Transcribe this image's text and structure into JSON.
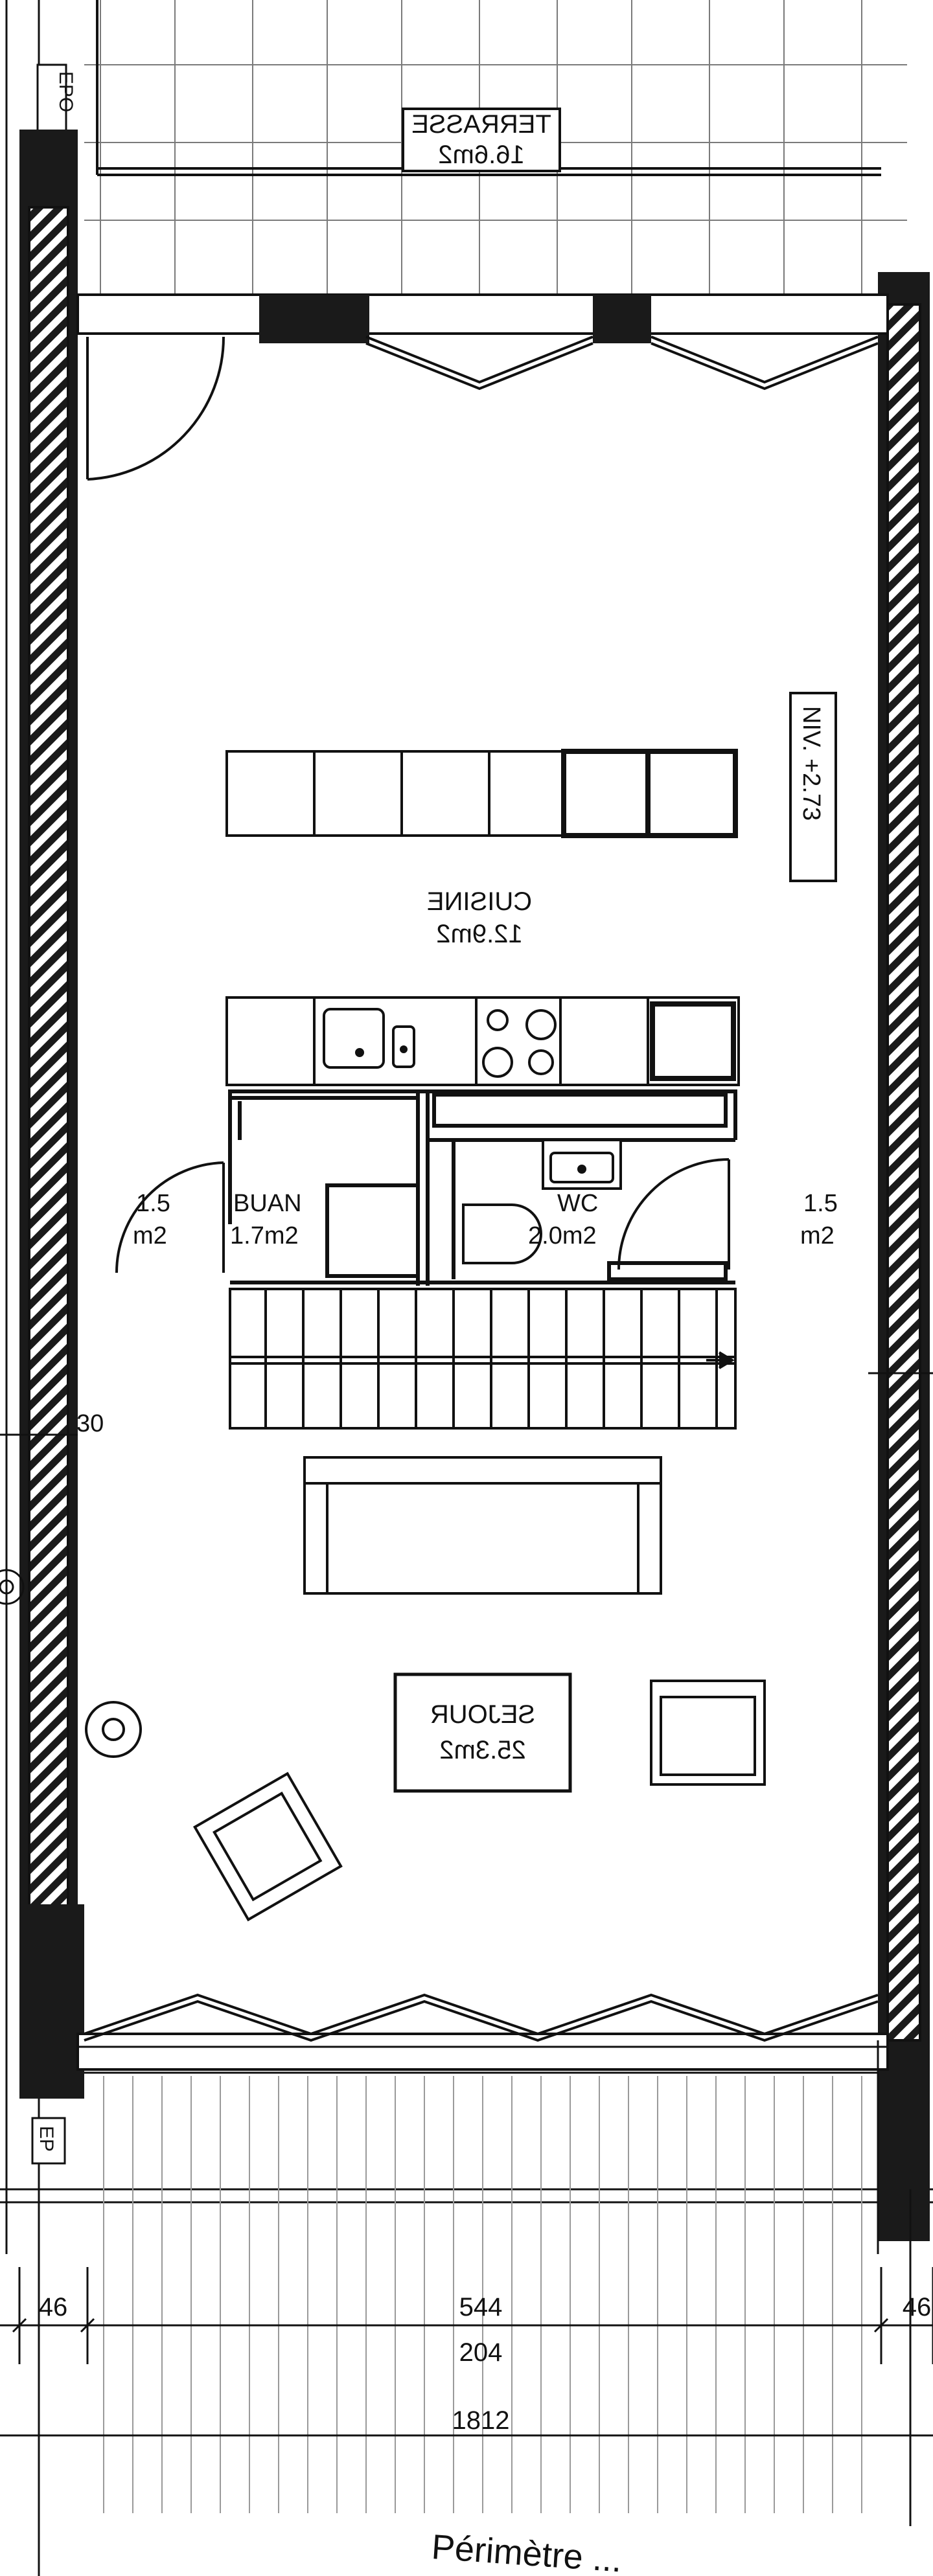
{
  "rooms": {
    "terrasse": {
      "name": "TERRASSE",
      "area": "16.6m2"
    },
    "cuisine": {
      "name": "CUISINE",
      "area": "12.9m2"
    },
    "buanderie": {
      "name": "BUAN",
      "area": "1.7m2"
    },
    "wc": {
      "name": "WC",
      "area": "2.0m2"
    },
    "sejour": {
      "name": "SEJOUR",
      "area": "25.3m2"
    },
    "side_left": {
      "value": "1.5",
      "unit": "m2"
    },
    "side_right": {
      "value": "1.5",
      "unit": "m2"
    }
  },
  "level_marker": "NIV. +2.73",
  "side_note_left": "30",
  "labels": {
    "epo_top": "EPO",
    "epo_bottom": "EP"
  },
  "dimensions": {
    "left": "46",
    "right": "46",
    "center_top": "544",
    "center_mid": "204",
    "total": "1812"
  },
  "footer_text": "Périmètre ...",
  "colors": {
    "line": "#111111",
    "wall_fill": "#1a1a1a",
    "grid": "#7a7a7a"
  }
}
